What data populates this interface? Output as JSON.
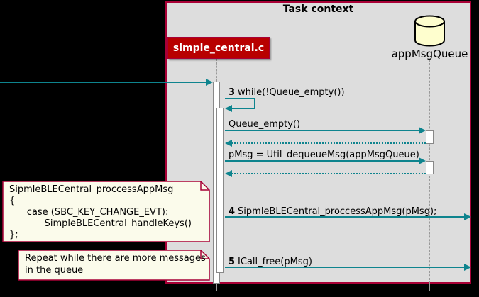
{
  "colors": {
    "page_bg": "#000000",
    "frame_bg": "#DDDDDD",
    "frame_border": "#A80036",
    "participant_bg": "#B80000",
    "participant_text": "#FFFFFF",
    "note_bg": "#FBFBEB",
    "note_border": "#A80036",
    "db_fill": "#FEFECE",
    "db_stroke": "#000000",
    "arrow": "#0E848E",
    "lifeline": "#999999",
    "activation_bg": "#FFFFFF",
    "activation_border": "#888888",
    "text": "#000000"
  },
  "frame": {
    "title": "Task context"
  },
  "participants": [
    {
      "id": "simple-central",
      "label": "simple_central.c",
      "type": "participant"
    },
    {
      "id": "app-msg-queue",
      "label": "appMsgQueue",
      "type": "database"
    }
  ],
  "messages": [
    {
      "num": "3",
      "text": "while(!Queue_empty())",
      "kind": "self-call"
    },
    {
      "num": "",
      "text": "Queue_empty()",
      "kind": "call"
    },
    {
      "num": "",
      "text": "pMsg = Util_dequeueMsg(appMsgQueue)",
      "kind": "call"
    },
    {
      "num": "4",
      "text": "SipmleBLECentral_proccessAppMsg(pMsg);",
      "kind": "call-out"
    },
    {
      "num": "5",
      "text": "ICall_free(pMsg)",
      "kind": "call-out"
    }
  ],
  "notes": [
    {
      "text": "SipmleBLECentral_proccessAppMsg\n{\n      case (SBC_KEY_CHANGE_EVT):\n            SimpleBLECentral_handleKeys()\n};"
    },
    {
      "text": "Repeat while there are more messages\nin the queue"
    }
  ]
}
